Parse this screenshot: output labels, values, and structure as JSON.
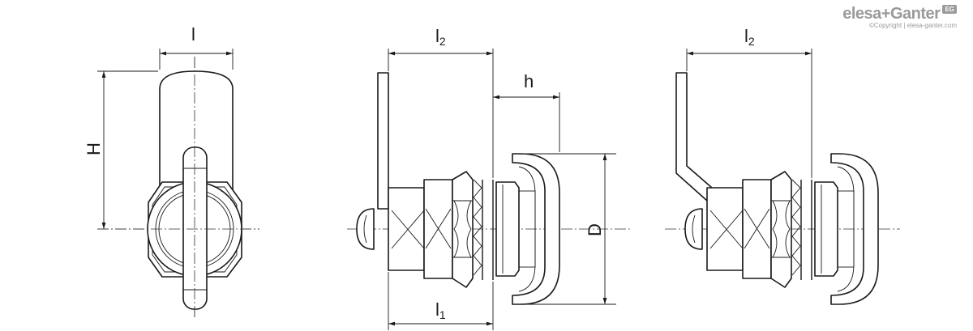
{
  "brand": {
    "name": "elesa+Ganter",
    "badge": "EG",
    "copyright": "©Copyright | elesa-ganter.com"
  },
  "labels": {
    "view1_width": "l",
    "view1_height": "H",
    "view2_top": "l",
    "view2_top_sub": "2",
    "view2_h": "h",
    "view2_D": "D",
    "view2_bottom": "l",
    "view2_bottom_sub": "1",
    "view3_top": "l",
    "view3_top_sub": "2"
  }
}
